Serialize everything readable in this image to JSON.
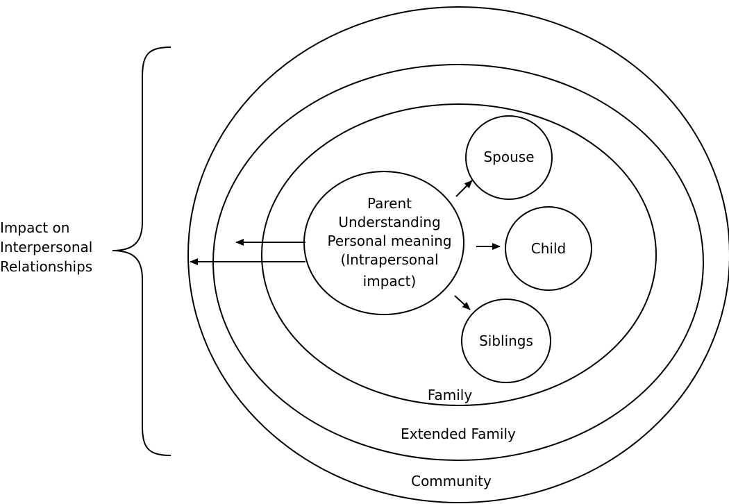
{
  "brace_label": [
    "Impact on",
    "Interpersonal",
    "Relationships"
  ],
  "rings": {
    "community": "Community",
    "extended_family": "Extended Family",
    "family": "Family"
  },
  "center": [
    "Parent",
    "Understanding",
    "Personal meaning",
    "(Intrapersonal",
    "impact)"
  ],
  "nodes": {
    "spouse": "Spouse",
    "child": "Child",
    "siblings": "Siblings"
  }
}
